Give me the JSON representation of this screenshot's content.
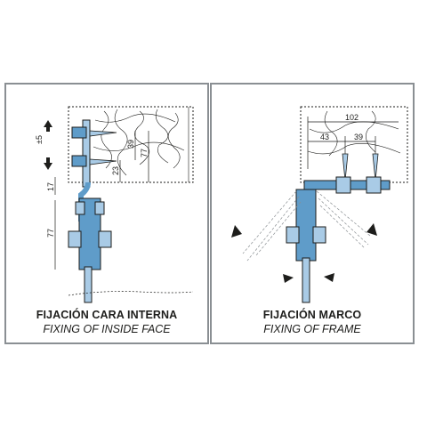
{
  "left_panel": {
    "title_es": "FIJACIÓN CARA INTERNA",
    "title_en": "FIXING OF INSIDE FACE",
    "dimensions": {
      "adjust": "±5",
      "d39": "39",
      "d77_top": "77",
      "d23": "23",
      "d17": "17",
      "d77_bottom": "77"
    }
  },
  "right_panel": {
    "title_es": "FIJACIÓN MARCO",
    "title_en": "FIXING OF FRAME",
    "dimensions": {
      "d102": "102",
      "d43": "43",
      "d39": "39"
    }
  },
  "colors": {
    "frame": "#8a8f93",
    "steel_blue": "#5f9cc9",
    "steel_light": "#a9cbe6",
    "line": "#1d1d1b"
  }
}
